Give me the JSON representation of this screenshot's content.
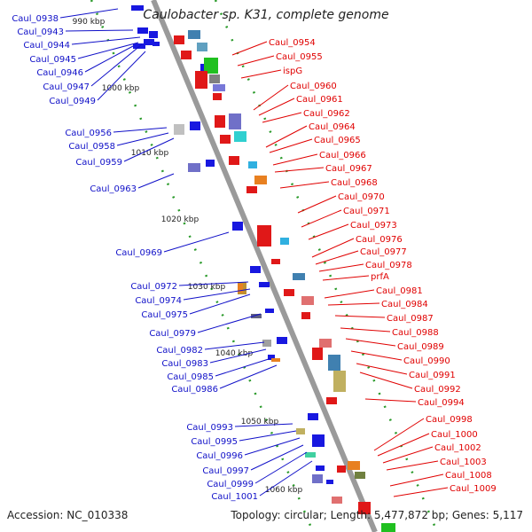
{
  "title": "Caulobacter sp. K31, complete genome",
  "footer": {
    "accession": "Accession: NC_010338",
    "summary": "Topology: circular; Length: 5,477,872 bp; Genes: 5,117"
  },
  "colors": {
    "forward_label": "#e00000",
    "reverse_label": "#1010c8",
    "backbone": "#9a9a9a",
    "tick": "#2a9a2a"
  },
  "scale_labels": [
    "990 kbp",
    "1000 kbp",
    "1010 kbp",
    "1020 kbp",
    "1030 kbp",
    "1040 kbp",
    "1050 kbp",
    "1060 kbp"
  ],
  "reverse_genes": [
    "Caul_0938",
    "Caul_0943",
    "Caul_0944",
    "Caul_0945",
    "Caul_0946",
    "Caul_0947",
    "Caul_0949",
    "Caul_0956",
    "Caul_0958",
    "Caul_0959",
    "Caul_0963",
    "Caul_0969",
    "Caul_0972",
    "Caul_0974",
    "Caul_0975",
    "Caul_0979",
    "Caul_0982",
    "Caul_0983",
    "Caul_0985",
    "Caul_0986",
    "Caul_0993",
    "Caul_0995",
    "Caul_0996",
    "Caul_0997",
    "Caul_0999",
    "Caul_1001"
  ],
  "forward_genes": [
    "Caul_0954",
    "Caul_0955",
    "ispG",
    "Caul_0960",
    "Caul_0961",
    "Caul_0962",
    "Caul_0964",
    "Caul_0965",
    "Caul_0966",
    "Caul_0967",
    "Caul_0968",
    "Caul_0970",
    "Caul_0971",
    "Caul_0973",
    "Caul_0976",
    "Caul_0977",
    "Caul_0978",
    "prfA",
    "Caul_0981",
    "Caul_0984",
    "Caul_0987",
    "Caul_0988",
    "Caul_0989",
    "Caul_0990",
    "Caul_0991",
    "Caul_0992",
    "Caul_0994",
    "Caul_0998",
    "Caul_1000",
    "Caul_1002",
    "Caul_1003",
    "Caul_1008",
    "Caul_1009"
  ]
}
